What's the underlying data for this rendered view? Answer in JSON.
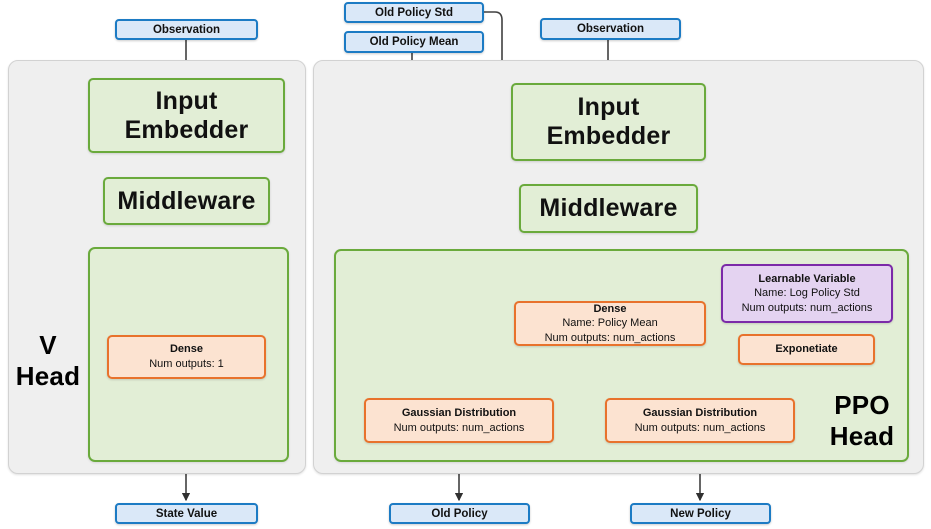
{
  "diagram": {
    "title": "Actor-Critic (V Head / PPO Head) network architecture",
    "colors": {
      "group_gray_fill": "#efefef",
      "group_gray_border": "#d2d2d2",
      "green_fill": "#e2eed6",
      "green_border": "#6aaa3c",
      "orange_fill": "#fce3d1",
      "orange_border": "#e8722c",
      "purple_fill": "#e4d3f1",
      "purple_border": "#7b2aa8",
      "blue_fill": "#dae8f8",
      "blue_border": "#1c7bc4",
      "edge_color": "#404040"
    },
    "groups": {
      "v_head": {
        "label_line1": "V",
        "label_line2": "Head"
      },
      "ppo_head": {
        "label_line1": "PPO",
        "label_line2": "Head"
      }
    },
    "inputs": {
      "observation_left": "Observation",
      "old_policy_std": "Old Policy Std",
      "old_policy_mean": "Old Policy Mean",
      "observation_right": "Observation"
    },
    "outputs": {
      "state_value": "State Value",
      "old_policy": "Old Policy",
      "new_policy": "New Policy"
    },
    "v_branch": {
      "input_embedder": "Input Embedder",
      "middleware": "Middleware",
      "dense_title": "Dense",
      "dense_sub1": "Num outputs: 1"
    },
    "ppo_branch": {
      "input_embedder": "Input Embedder",
      "middleware": "Middleware",
      "dense_title": "Dense",
      "dense_sub1": "Name: Policy Mean",
      "dense_sub2": "Num outputs: num_actions",
      "learnable_title": "Learnable Variable",
      "learnable_sub1": "Name: Log Policy Std",
      "learnable_sub2": "Num outputs: num_actions",
      "exponentiate": "Exponetiate",
      "gaussian_old_title": "Gaussian Distribution",
      "gaussian_old_sub1": "Num outputs: num_actions",
      "gaussian_new_title": "Gaussian Distribution",
      "gaussian_new_sub1": "Num outputs: num_actions"
    }
  }
}
